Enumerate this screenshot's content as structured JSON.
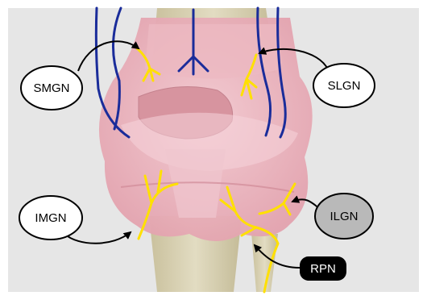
{
  "labels": {
    "smgn": "SMGN",
    "slgn": "SLGN",
    "imgn": "IMGN",
    "ilgn": "ILGN",
    "rpn": "RPN"
  },
  "colors": {
    "background": "#e6e6e6",
    "nerve": "#ffe000",
    "vessel": "#1a2c9a",
    "tissue": "#e8a8b4",
    "bone": "#d6cfb0",
    "ilgn_fill": "#b9b9b9",
    "rpn_fill": "#000000"
  }
}
